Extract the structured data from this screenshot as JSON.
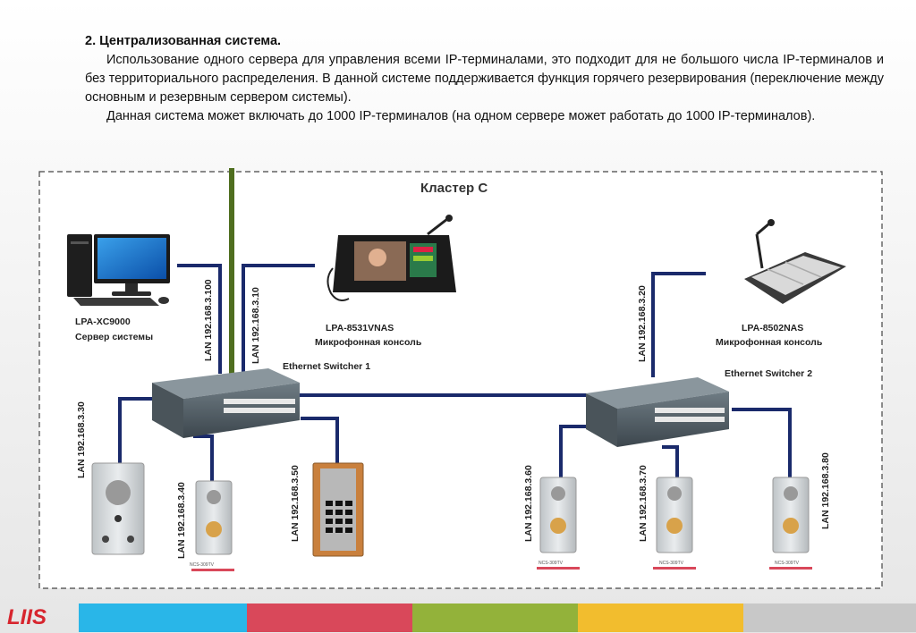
{
  "text": {
    "heading": "2. Централизованная система.",
    "para1": "Использование одного сервера для управления всеми IP-терминалами, это подходит для не большого числа IP-терминалов и без территориального распределения. В данной системе поддерживается функция горячего резервирования (переключение между основным и резервным сервером системы).",
    "para2": "Данная система может включать до 1000 IP-терминалов (на одном сервере может работать до 1000 IP-терминалов)."
  },
  "diagram": {
    "cluster_title": "Кластер С",
    "server": {
      "model": "LPA-XC9000",
      "desc": "Сервер системы"
    },
    "console1": {
      "model": "LPA-8531VNAS",
      "desc": "Микрофонная консоль"
    },
    "console2": {
      "model": "LPA-8502NAS",
      "desc": "Микрофонная консоль"
    },
    "switch1": "Ethernet Switcher 1",
    "switch2": "Ethernet Switcher 2",
    "lan_labels": {
      "l100": "LAN 192.168.3.100",
      "l10": "LAN 192.168.3.10",
      "l20": "LAN 192.168.3.20",
      "l30": "LAN 192.168.3.30",
      "l40": "LAN 192.168.3.40",
      "l50": "LAN 192.168.3.50",
      "l60": "LAN 192.168.3.60",
      "l70": "LAN 192.168.3.70",
      "l80": "LAN 192.168.3.80"
    },
    "terminal_model": "NCS-309TV"
  },
  "logo_text": "LIIS",
  "colors": {
    "cable": "#1a2a6b",
    "uplink": "#4f6e1f",
    "footer": [
      "#29b6e8",
      "#d9485a",
      "#93b23a",
      "#f2bd2e",
      "#c8c8c8"
    ]
  }
}
